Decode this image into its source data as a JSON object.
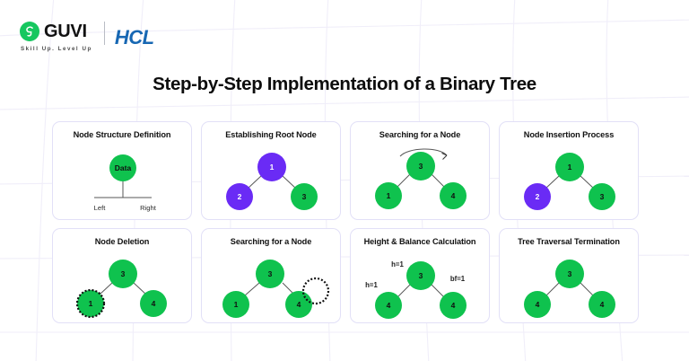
{
  "brand": {
    "guvi_name": "GUVI",
    "guvi_tagline": "Skill Up. Level Up",
    "partner_name": "HCL",
    "guvi_green": "#16c75f",
    "hcl_blue": "#1767b3"
  },
  "page": {
    "title": "Step-by-Step Implementation of a Binary Tree",
    "background": "#ffffff",
    "grid_color": "#f0eef9",
    "card_border": "#e2e0f7",
    "node_green": "#0fc24e",
    "node_purple": "#6a2bf5",
    "edge_color": "#575757"
  },
  "cards": [
    {
      "id": "node-structure-definition",
      "title": "Node Structure Definition",
      "type": "structure",
      "nodes": [
        {
          "label": "Data",
          "color": "green",
          "text": "dark"
        }
      ],
      "side_labels": [
        "Left",
        "Right"
      ]
    },
    {
      "id": "establishing-root-node",
      "title": "Establishing Root Node",
      "type": "tree",
      "nodes": [
        {
          "label": "1",
          "color": "purple",
          "text": "light",
          "pos": "root"
        },
        {
          "label": "2",
          "color": "purple",
          "text": "light",
          "pos": "left"
        },
        {
          "label": "3",
          "color": "green",
          "text": "dark",
          "pos": "right"
        }
      ]
    },
    {
      "id": "searching-for-a-node-top",
      "title": "Searching for a Node",
      "type": "tree",
      "arrow": "curved-over-root",
      "nodes": [
        {
          "label": "3",
          "color": "green",
          "text": "dark",
          "pos": "root"
        },
        {
          "label": "1",
          "color": "green",
          "text": "dark",
          "pos": "left"
        },
        {
          "label": "4",
          "color": "green",
          "text": "dark",
          "pos": "right"
        }
      ]
    },
    {
      "id": "node-insertion-process",
      "title": "Node Insertion Process",
      "type": "tree",
      "nodes": [
        {
          "label": "1",
          "color": "green",
          "text": "dark",
          "pos": "root"
        },
        {
          "label": "2",
          "color": "purple",
          "text": "light",
          "pos": "left"
        },
        {
          "label": "3",
          "color": "green",
          "text": "dark",
          "pos": "right"
        }
      ]
    },
    {
      "id": "node-deletion",
      "title": "Node Deletion",
      "type": "tree",
      "nodes": [
        {
          "label": "3",
          "color": "green",
          "text": "dark",
          "pos": "root"
        },
        {
          "label": "1",
          "color": "green",
          "text": "dark",
          "pos": "left",
          "dashed_outline": true
        },
        {
          "label": "4",
          "color": "green",
          "text": "dark",
          "pos": "right"
        }
      ]
    },
    {
      "id": "searching-for-a-node-bottom",
      "title": "Searching for a Node",
      "type": "tree",
      "ghost_node": true,
      "nodes": [
        {
          "label": "3",
          "color": "green",
          "text": "dark",
          "pos": "root"
        },
        {
          "label": "1",
          "color": "green",
          "text": "dark",
          "pos": "left"
        },
        {
          "label": "4",
          "color": "green",
          "text": "dark",
          "pos": "right"
        }
      ]
    },
    {
      "id": "height-balance-calculation",
      "title": "Height & Balance Calculation",
      "type": "tree",
      "annotations": [
        "h=1",
        "bf=1",
        "h=1"
      ],
      "nodes": [
        {
          "label": "3",
          "color": "green",
          "text": "dark",
          "pos": "root"
        },
        {
          "label": "4",
          "color": "green",
          "text": "dark",
          "pos": "left"
        },
        {
          "label": "4",
          "color": "green",
          "text": "dark",
          "pos": "right"
        }
      ]
    },
    {
      "id": "tree-traversal-termination",
      "title": "Tree Traversal Termination",
      "type": "tree",
      "nodes": [
        {
          "label": "3",
          "color": "green",
          "text": "dark",
          "pos": "root"
        },
        {
          "label": "4",
          "color": "green",
          "text": "dark",
          "pos": "left"
        },
        {
          "label": "4",
          "color": "green",
          "text": "dark",
          "pos": "right"
        }
      ]
    }
  ]
}
